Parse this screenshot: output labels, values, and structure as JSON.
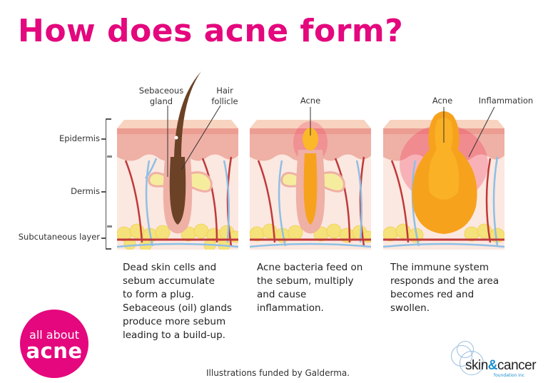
{
  "title": "How does acne form?",
  "colors": {
    "brand_pink": "#e4077d",
    "skin_top": "#f7d3c0",
    "epidermis": "#efb0a6",
    "dermis": "#fbe8e0",
    "fat": "#f6e27a",
    "artery": "#c0393a",
    "vein": "#8fbfe6",
    "hair": "#6b4226",
    "acne": "#f7a21c",
    "inflammation": "#f2345a",
    "skincancer_blue": "#1a8fd0"
  },
  "layer_labels": {
    "epidermis": "Epidermis",
    "dermis": "Dermis",
    "subcutaneous": "Subcutaneous layer"
  },
  "panels": [
    {
      "id": "normal",
      "callouts": [
        "Sebaceous\ngland",
        "Hair\nfollicle"
      ],
      "caption": "Dead skin cells and\nsebum accumulate\nto form a plug.\nSebaceous (oil) glands\nproduce more sebum\nleading to a build-up."
    },
    {
      "id": "acne",
      "callouts": [
        "Acne"
      ],
      "caption": "Acne bacteria feed on\nthe sebum, multiply\nand cause\ninflammation."
    },
    {
      "id": "inflamed",
      "callouts": [
        "Acne",
        "Inflammation"
      ],
      "caption": "The immune system\nresponds and the area\nbecomes red and\nswollen."
    }
  ],
  "logos": {
    "all_about_acne": {
      "line1": "all about",
      "line2": "acne"
    },
    "skin_cancer": {
      "word_left": "skin",
      "amp": "&",
      "word_right": "cancer",
      "sub": "foundation inc"
    }
  },
  "credit": "Illustrations funded by Galderma."
}
